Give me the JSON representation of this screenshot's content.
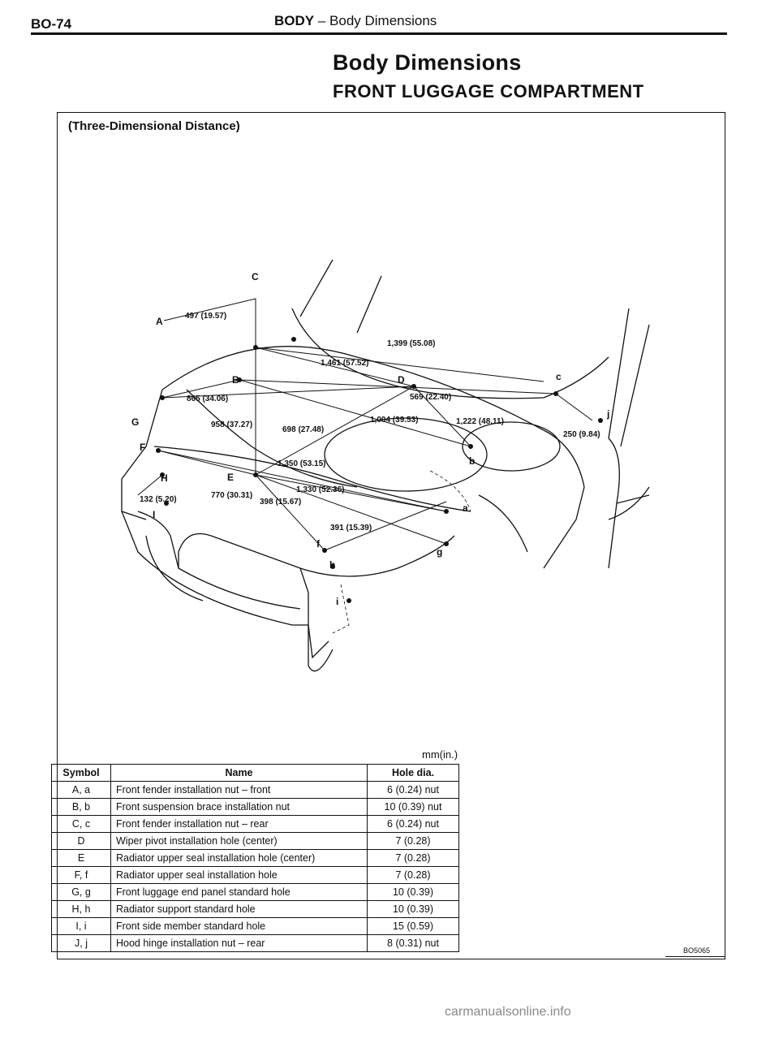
{
  "header": {
    "page_code": "BO-74",
    "section": "BODY",
    "title_rest": " – Body Dimensions"
  },
  "main_title": "Body Dimensions",
  "sub_title": "FRONT LUGGAGE COMPARTMENT",
  "frame_caption": "(Three-Dimensional Distance)",
  "diagram": {
    "point_labels": [
      "A",
      "B",
      "C",
      "D",
      "E",
      "F",
      "G",
      "H",
      "I",
      "a",
      "b",
      "c",
      "f",
      "g",
      "h",
      "i",
      "j"
    ],
    "dimensions": [
      "497 (19.57)",
      "1,399 (55.08)",
      "1,461 (57.52)",
      "865 (34.06)",
      "569 (22.40)",
      "958 (37.27)",
      "698 (27.48)",
      "1,004 (39.53)",
      "1,222 (48.11)",
      "250 (9.84)",
      "1,350 (53.15)",
      "132 (5.20)",
      "770 (30.31)",
      "1,330 (52.36)",
      "398 (15.67)",
      "391 (15.39)"
    ]
  },
  "table": {
    "units": "mm(in.)",
    "headers": [
      "Symbol",
      "Name",
      "Hole dia."
    ],
    "rows": [
      [
        "A, a",
        "Front fender installation nut – front",
        "6 (0.24) nut"
      ],
      [
        "B, b",
        "Front suspension brace installation nut",
        "10 (0.39) nut"
      ],
      [
        "C, c",
        "Front fender installation nut – rear",
        "6 (0.24) nut"
      ],
      [
        "D",
        "Wiper pivot installation hole (center)",
        "7 (0.28)"
      ],
      [
        "E",
        "Radiator upper seal installation hole (center)",
        "7 (0.28)"
      ],
      [
        "F, f",
        "Radiator upper seal installation hole",
        "7 (0.28)"
      ],
      [
        "G, g",
        "Front luggage end panel standard hole",
        "10 (0.39)"
      ],
      [
        "H, h",
        "Radiator support standard hole",
        "10 (0.39)"
      ],
      [
        "I, i",
        "Front side member standard hole",
        "15 (0.59)"
      ],
      [
        "J, j",
        "Hood hinge installation nut – rear",
        "8 (0.31) nut"
      ]
    ]
  },
  "figure_code": "BO5065",
  "watermark": "carmanualsonline.info"
}
